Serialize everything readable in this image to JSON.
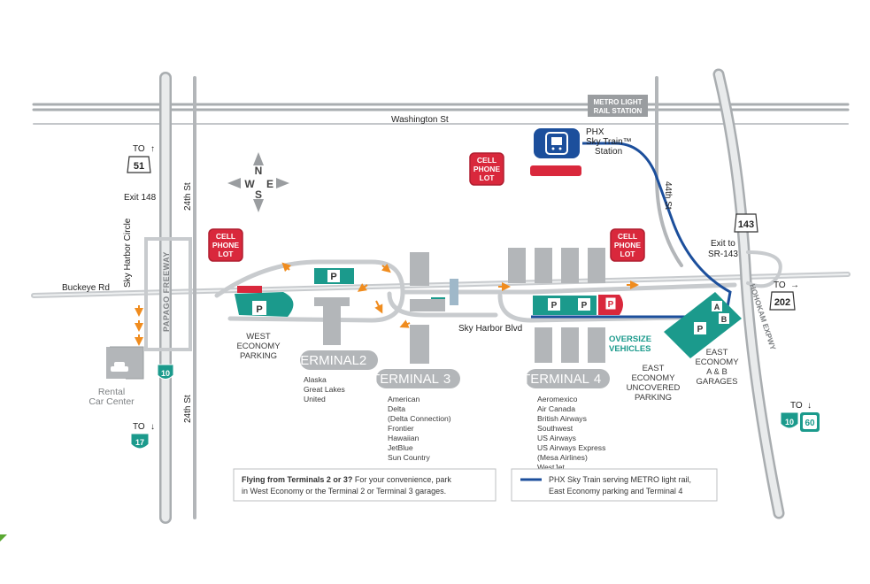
{
  "colors": {
    "road": "#cfd3d6",
    "road_edge": "#a9adb0",
    "parking": "#1b9a8c",
    "red": "#d9283c",
    "skytrain": "#1c4f9c",
    "arrow": "#f08c1e",
    "terminal": "#b3b6b9"
  },
  "roads": {
    "washington": "Washington St",
    "buckeye": "Buckeye Rd",
    "sky_harbor_blvd": "Sky Harbor Blvd",
    "sky_harbor_circle": "Sky Harbor Circle",
    "papago": "PAPAGO FREEWAY",
    "st24_north": "24th St",
    "st24_south": "24th St",
    "st44": "44th St",
    "hohokam": "HOHOKAM EXPWY",
    "exit148": "Exit 148",
    "exit_sr143_l1": "Exit to",
    "exit_sr143_l2": "SR-143"
  },
  "metro": {
    "line1": "METRO LIGHT",
    "line2": "RAIL STATION"
  },
  "skytrain_station": {
    "l1": "PHX",
    "l2": "Sky Train™",
    "l3": "Station"
  },
  "compass": {
    "n": "N",
    "s": "S",
    "e": "E",
    "w": "W"
  },
  "cell_lot": {
    "l1": "CELL",
    "l2": "PHONE",
    "l3": "LOT"
  },
  "parking_symbol": "P",
  "garage_a": "A",
  "garage_b": "B",
  "west_economy": {
    "l1": "WEST",
    "l2": "ECONOMY",
    "l3": "PARKING"
  },
  "east_uncovered": {
    "l1": "EAST",
    "l2": "ECONOMY",
    "l3": "UNCOVERED",
    "l4": "PARKING"
  },
  "east_garages": {
    "l1": "EAST",
    "l2": "ECONOMY",
    "l3": "A & B",
    "l4": "GARAGES"
  },
  "oversize": {
    "l1": "OVERSIZE",
    "l2": "VEHICLES"
  },
  "rental": {
    "l1": "Rental",
    "l2": "Car Center"
  },
  "terminals": [
    {
      "name": "TERMINAL",
      "num": "2",
      "airlines": [
        "Alaska",
        "Great Lakes",
        "United"
      ]
    },
    {
      "name": "TERMINAL",
      "num": "3",
      "airlines": [
        "American",
        "Delta",
        "(Delta Connection)",
        "Frontier",
        "Hawaiian",
        "JetBlue",
        "Sun Country"
      ]
    },
    {
      "name": "TERMINAL",
      "num": "4",
      "airlines": [
        "Aeromexico",
        "Air Canada",
        "British Airways",
        "Southwest",
        "US Airways",
        "US Airways Express",
        "(Mesa Airlines)",
        "WestJet"
      ]
    }
  ],
  "shields": {
    "to": "TO",
    "sr51": "51",
    "sr143": "143",
    "sr202": "202",
    "i10": "10",
    "i10b": "10",
    "i17": "17",
    "us60": "60"
  },
  "info_box1": {
    "bold": "Flying from Terminals 2 or 3?",
    "text1": " For your convenience, park",
    "text2": "in West Economy or the Terminal 2 or Terminal 3 garages."
  },
  "info_box2": {
    "line1": "PHX Sky Train serving METRO light rail,",
    "line2": "East Economy parking and Terminal 4"
  }
}
